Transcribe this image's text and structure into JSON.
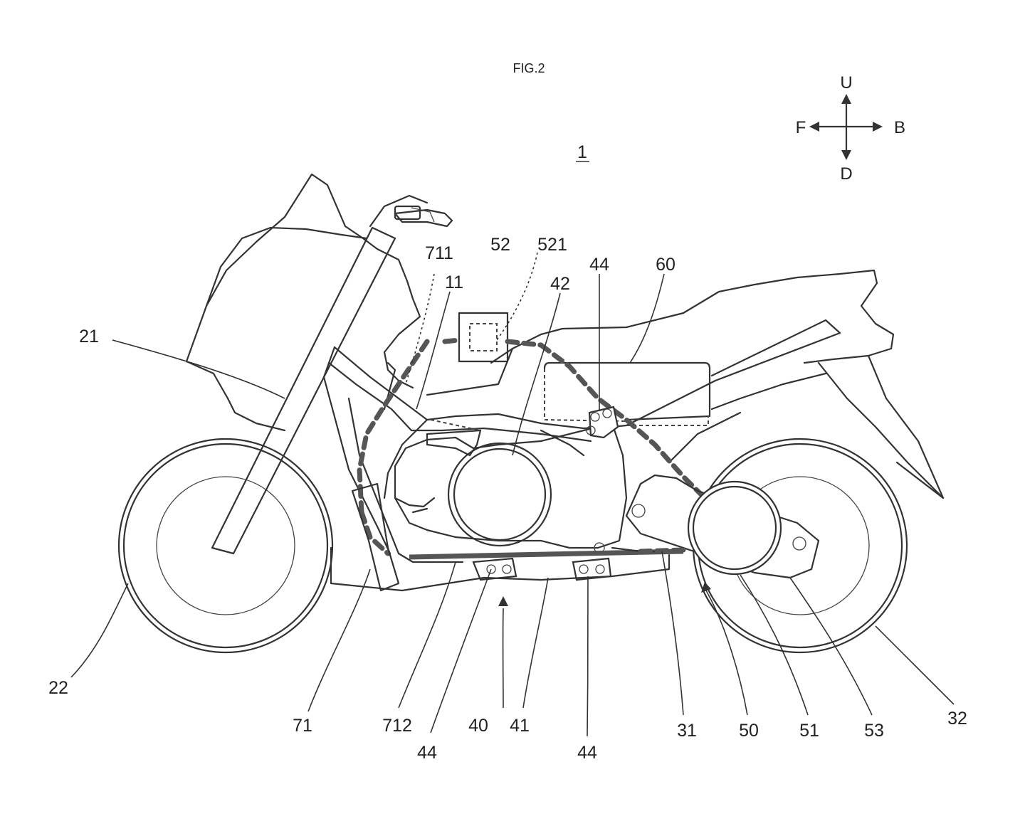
{
  "figure": {
    "title": "FIG.2",
    "vehicle_ref": "1",
    "directions": {
      "up": "U",
      "down": "D",
      "front": "F",
      "back": "B"
    },
    "labels": {
      "l21": "21",
      "l22": "22",
      "l71": "71",
      "l712": "712",
      "l44a": "44",
      "l40": "40",
      "l41": "41",
      "l44b": "44",
      "l31": "31",
      "l50": "50",
      "l51": "51",
      "l53": "53",
      "l32": "32",
      "l711": "711",
      "l11": "11",
      "l52": "52",
      "l521": "521",
      "l42": "42",
      "l44c": "44",
      "l60": "60"
    }
  }
}
